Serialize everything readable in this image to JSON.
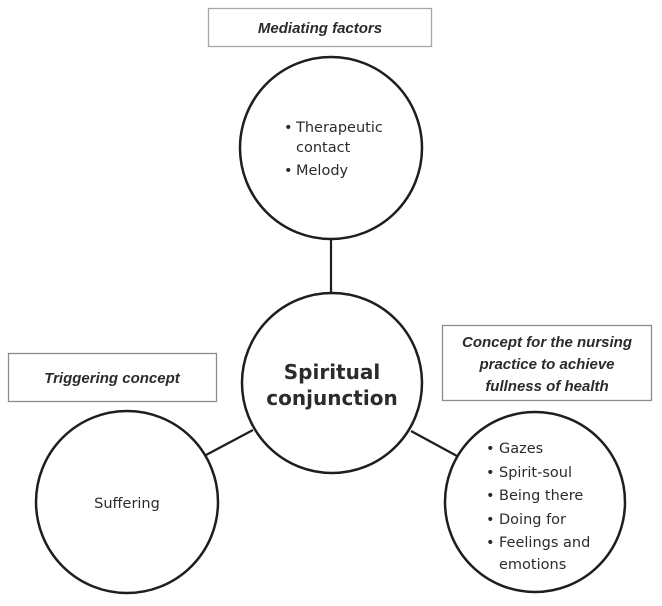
{
  "colors": {
    "stroke": "#1e1e1e",
    "box_border": "#a8a8a8",
    "text": "#2b2b2b",
    "background": "#ffffff"
  },
  "labels": {
    "mediating": "Mediating factors",
    "triggering": "Triggering concept",
    "nursing": [
      "Concept for the nursing",
      "practice to achieve",
      "fullness of health"
    ]
  },
  "center": {
    "lines": [
      "Spiritual",
      "conjunction"
    ]
  },
  "mediating_circle": {
    "items": [
      {
        "lines": [
          "Therapeutic",
          "contact"
        ]
      },
      {
        "lines": [
          "Melody"
        ]
      }
    ]
  },
  "triggering_circle": {
    "text": "Suffering"
  },
  "nursing_circle": {
    "items": [
      {
        "lines": [
          "Gazes"
        ]
      },
      {
        "lines": [
          "Spirit-soul"
        ]
      },
      {
        "lines": [
          "Being there"
        ]
      },
      {
        "lines": [
          "Doing for"
        ]
      },
      {
        "lines": [
          "Feelings and",
          "emotions"
        ]
      }
    ]
  },
  "bullet_glyph": "•"
}
